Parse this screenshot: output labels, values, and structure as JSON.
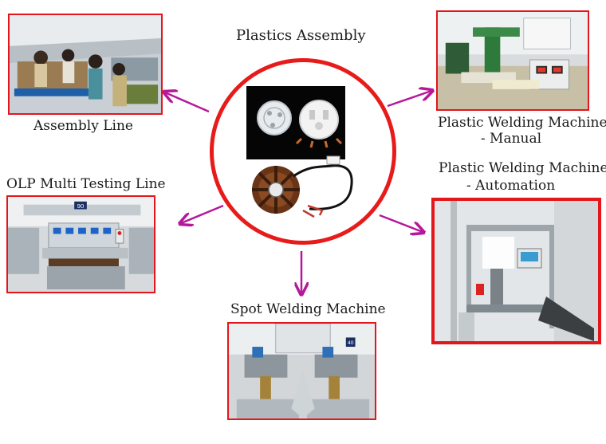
{
  "title": "Plastics Assembly",
  "nodes": {
    "assembly_line": "Assembly Line",
    "olp_testing": "OLP Multi Testing Line",
    "welding_manual_line1": "Plastic Welding Machine",
    "welding_manual_line2": "- Manual",
    "welding_auto_line1": "Plastic Welding Machine",
    "welding_auto_line2": "- Automation",
    "spot_welding": "Spot Welding Machine"
  },
  "photo_tags": {
    "olp_station_number": "90",
    "spot_station_number": "40"
  },
  "colors": {
    "frame": "#e3161c",
    "hub_ring": "#e81b1b",
    "arrow": "#b5189a"
  }
}
